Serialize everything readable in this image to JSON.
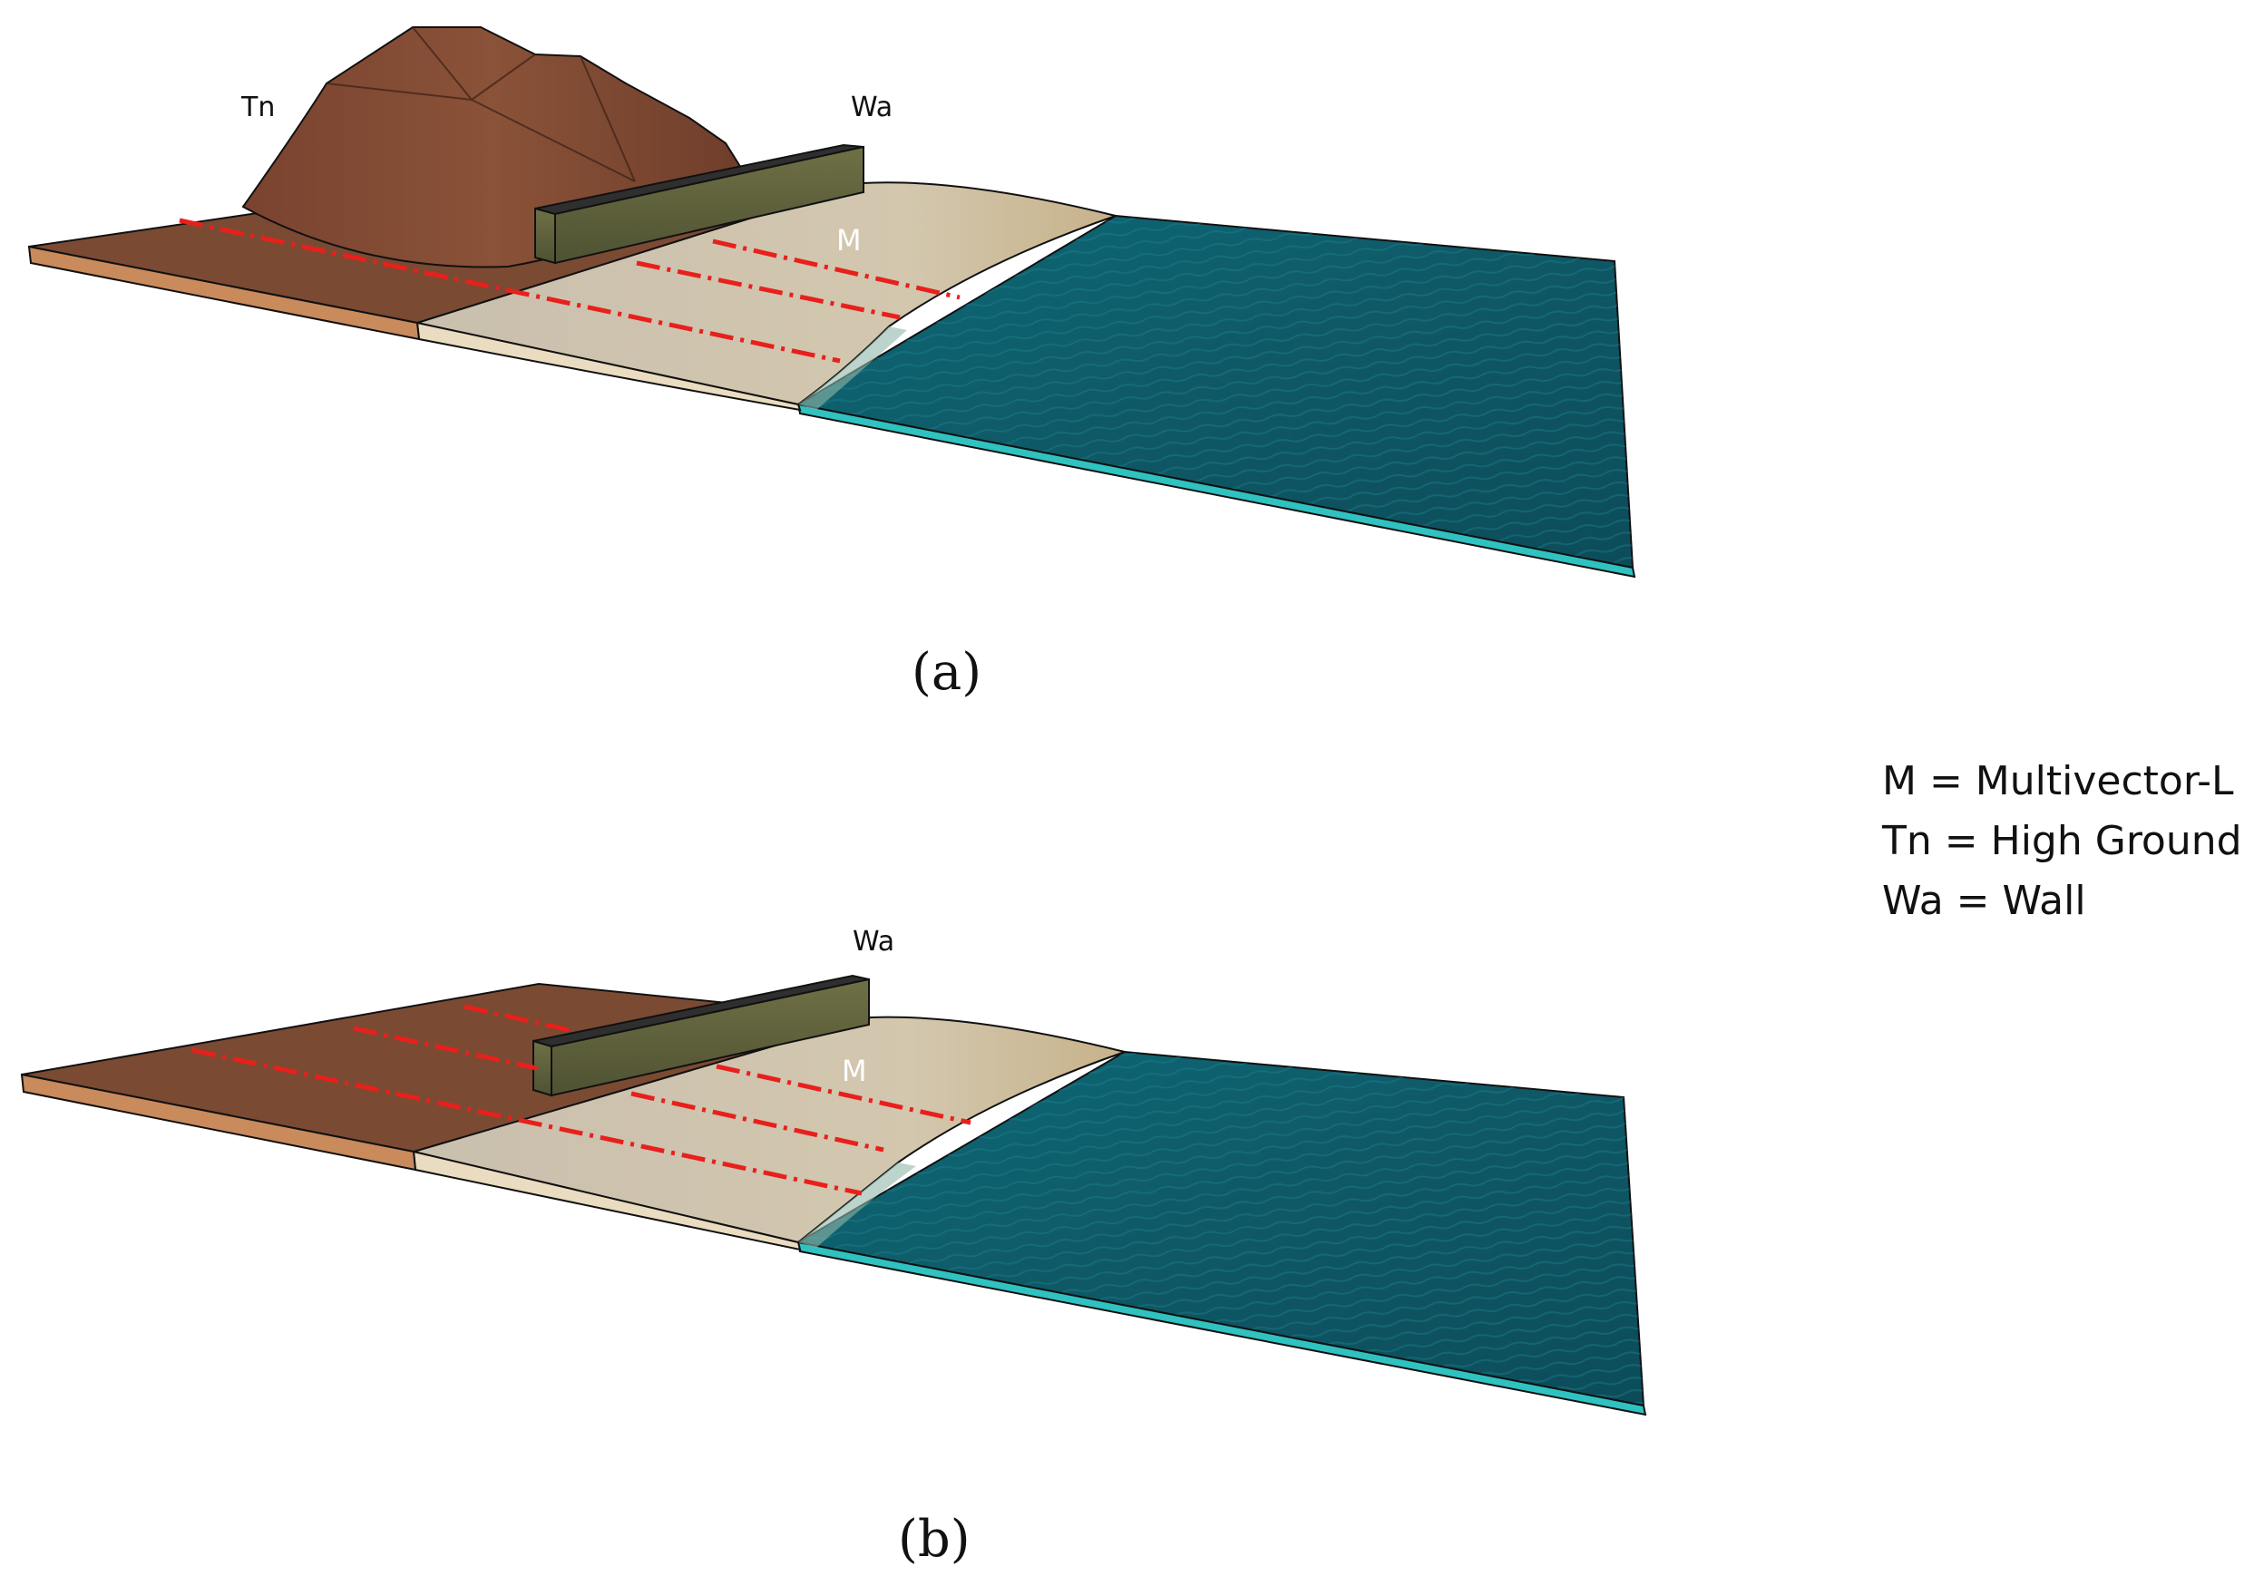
{
  "panel_a": {
    "caption": "(a)",
    "labels": {
      "high_ground": "Tn",
      "wall": "Wa",
      "multivector": "M"
    }
  },
  "panel_b": {
    "caption": "(b)",
    "labels": {
      "wall": "Wa",
      "multivector": "M"
    }
  },
  "legend": {
    "items": [
      "M = Multivector-L",
      "Tn = High Ground",
      "Wa = Wall"
    ]
  },
  "colors": {
    "ground": "#7b4a33",
    "ground_edge": "#c98a5c",
    "sand": "#cfc4b0",
    "sand_edge": "#eadcc0",
    "water": "#0f5e6c",
    "water_edge": "#2fc2c0",
    "hill": "#7a4632",
    "wall_top": "#3a3a3a",
    "wall_face": "#6b6a3e",
    "transect": "#e8201c"
  }
}
